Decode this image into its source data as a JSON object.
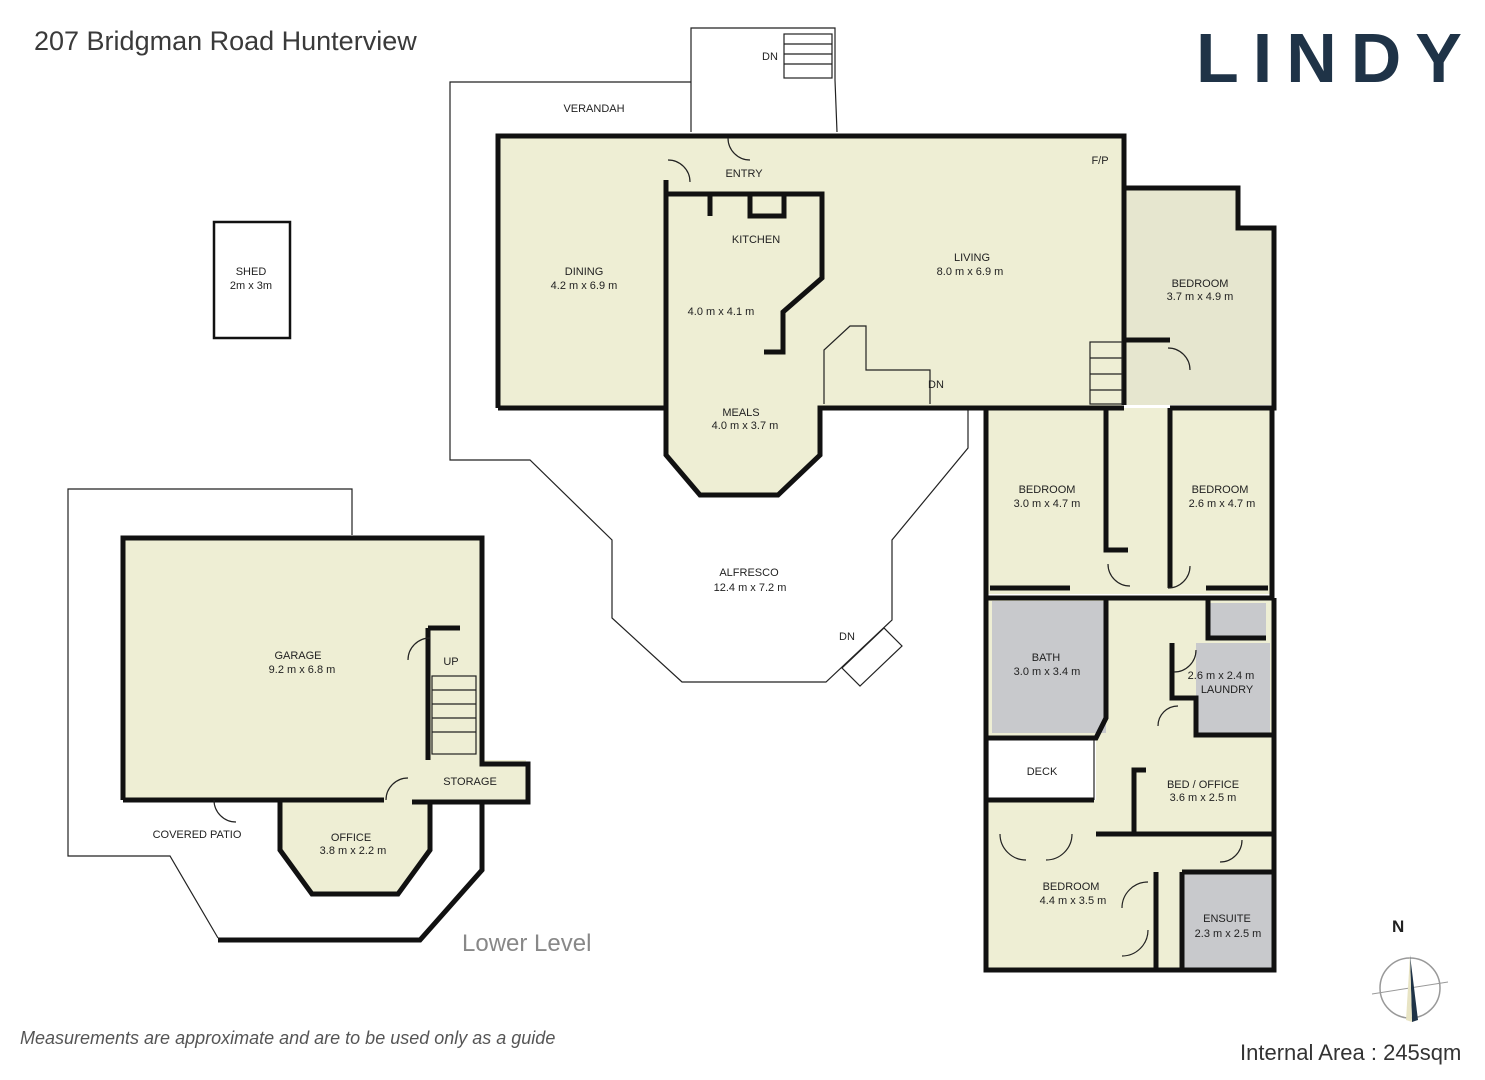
{
  "header": {
    "address": "207 Bridgman Road Hunterview",
    "brand": "LINDY"
  },
  "footer": {
    "disclaimer": "Measurements are approximate and are to be used only as a guide",
    "internal_area": "Internal Area : 245sqm",
    "lower_level_label": "Lower Level"
  },
  "compass": {
    "label": "N"
  },
  "colors": {
    "room_fill": "#eeeed4",
    "wet_fill": "#c8c9cc",
    "wall": "#111111",
    "brand": "#1f3347"
  },
  "rooms": {
    "verandah": {
      "name": "VERANDAH"
    },
    "entry": {
      "name": "ENTRY"
    },
    "ff": {
      "name": "F/P"
    },
    "dining": {
      "name": "DINING",
      "dims": "4.2 m x 6.9 m"
    },
    "kitchen": {
      "name": "KITCHEN",
      "dims": "4.0 m x 4.1 m"
    },
    "living": {
      "name": "LIVING",
      "dims": "8.0 m x 6.9 m"
    },
    "meals": {
      "name": "MEALS",
      "dims": "4.0 m x 3.7 m"
    },
    "bed1": {
      "name": "BEDROOM",
      "dims": "3.7 m x 4.9 m"
    },
    "bed2": {
      "name": "BEDROOM",
      "dims": "3.0 m x 4.7 m"
    },
    "bed3": {
      "name": "BEDROOM",
      "dims": "2.6 m x 4.7 m"
    },
    "alfresco": {
      "name": "ALFRESCO",
      "dims": "12.4 m x 7.2 m"
    },
    "bath": {
      "name": "BATH",
      "dims": "3.0 m x 3.4 m"
    },
    "laundry": {
      "name": "LAUNDRY",
      "dims": "2.6 m x 2.4 m"
    },
    "deck": {
      "name": "DECK"
    },
    "bed_office": {
      "name": "BED / OFFICE",
      "dims": "3.6 m x 2.5 m"
    },
    "bed4": {
      "name": "BEDROOM",
      "dims": "4.4 m x 3.5 m"
    },
    "ensuite": {
      "name": "ENSUITE",
      "dims": "2.3 m x 2.5 m"
    },
    "shed": {
      "name": "SHED",
      "dims": "2m x 3m"
    },
    "garage": {
      "name": "GARAGE",
      "dims": "9.2 m x 6.8 m"
    },
    "storage": {
      "name": "STORAGE"
    },
    "office": {
      "name": "OFFICE",
      "dims": "3.8 m x 2.2 m"
    },
    "covered_patio": {
      "name": "COVERED PATIO"
    }
  },
  "stairs": {
    "dn": "DN",
    "up": "UP"
  }
}
